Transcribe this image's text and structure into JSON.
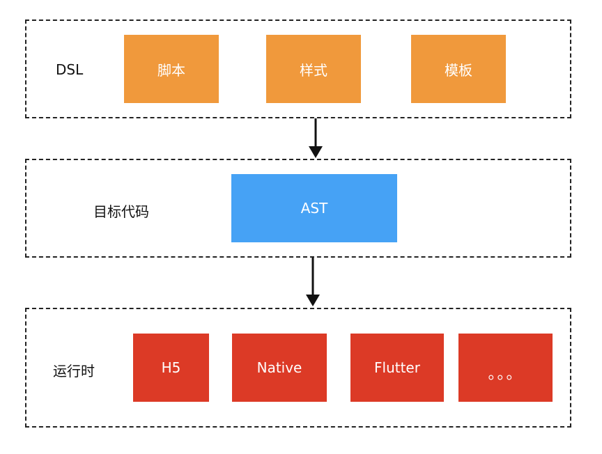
{
  "colors": {
    "dsl_box": "#F0993C",
    "target_box": "#46A2F5",
    "runtime_box": "#DC3A26",
    "border": "#222222",
    "arrow": "#111111"
  },
  "layers": {
    "dsl": {
      "label": "DSL",
      "boxes": [
        "脚本",
        "样式",
        "模板"
      ]
    },
    "target": {
      "label": "目标代码",
      "boxes": [
        "AST"
      ]
    },
    "runtime": {
      "label": "运行时",
      "boxes": [
        "H5",
        "Native",
        "Flutter",
        "。。。"
      ]
    }
  }
}
